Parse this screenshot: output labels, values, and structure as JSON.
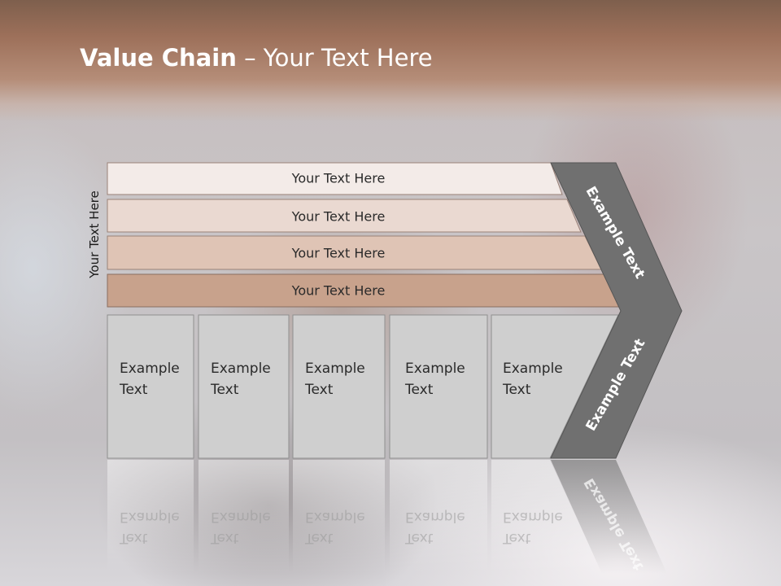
{
  "title": {
    "bold": "Value Chain",
    "rest": " – Your Text Here"
  },
  "side_label": "Your Text Here",
  "bars": [
    {
      "label": "Your Text Here",
      "color": "#f3ebe8"
    },
    {
      "label": "Your Text Here",
      "color": "#ead9d1"
    },
    {
      "label": "Your Text Here",
      "color": "#dfc4b5"
    },
    {
      "label": "Your Text Here",
      "color": "#c8a28c"
    }
  ],
  "columns": [
    {
      "line1": "Example",
      "line2": "Text"
    },
    {
      "line1": "Example",
      "line2": "Text"
    },
    {
      "line1": "Example",
      "line2": "Text"
    },
    {
      "line1": "Example",
      "line2": "Text"
    },
    {
      "line1": "Example",
      "line2": "Text"
    }
  ],
  "chevron": {
    "upper_label": "Example Text",
    "lower_label": "Example Text",
    "color": "#707070"
  }
}
